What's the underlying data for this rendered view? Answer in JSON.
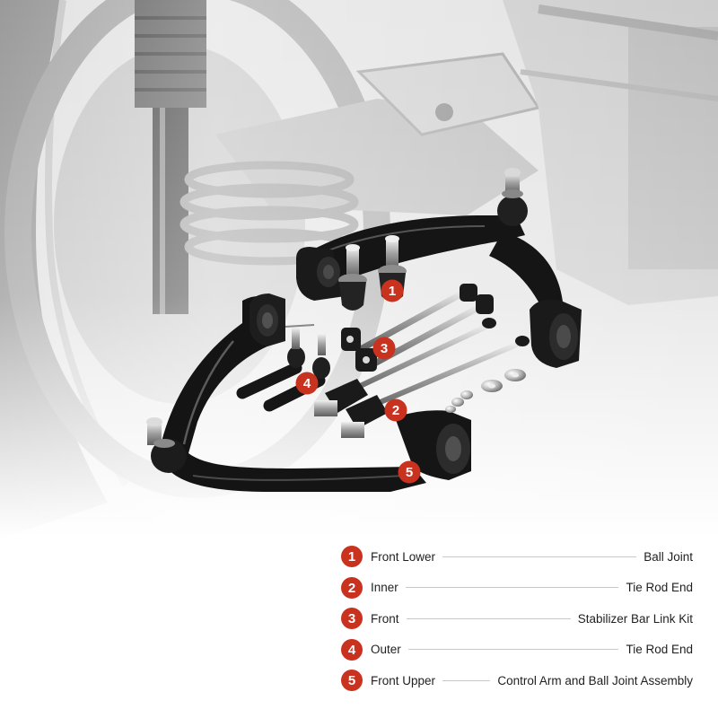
{
  "colors": {
    "badge": "#c8321e",
    "badge_text": "#ffffff",
    "leader": "#c9c9c9",
    "text": "#1f1f1f",
    "part_black": "#151515",
    "chrome": "#c9c9c9",
    "background_gray": "#b8b8b8"
  },
  "callouts": [
    "1",
    "2",
    "3",
    "4",
    "5"
  ],
  "legend": [
    {
      "number": "1",
      "position": "Front Lower",
      "part": "Ball Joint"
    },
    {
      "number": "2",
      "position": "Inner",
      "part": "Tie Rod End"
    },
    {
      "number": "3",
      "position": "Front",
      "part": "Stabilizer Bar Link Kit"
    },
    {
      "number": "4",
      "position": "Outer",
      "part": "Tie Rod End"
    },
    {
      "number": "5",
      "position": "Front Upper",
      "part": "Control Arm and Ball Joint Assembly"
    }
  ]
}
